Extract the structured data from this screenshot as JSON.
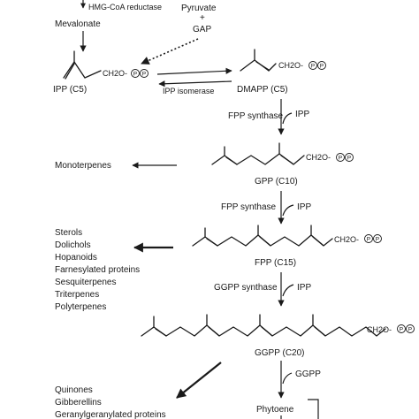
{
  "top": {
    "hmg_coa": "HMG-CoA reductase",
    "pyruvate": "Pyruvate",
    "plus": "+",
    "gap": "GAP",
    "mevalonate": "Mevalonate"
  },
  "ipp_row": {
    "ipp_label": "IPP (C5)",
    "dmapp_label": "DMAPP (C5)",
    "isomerase": "IPP isomerase",
    "tail": "CH2O-",
    "p": "P"
  },
  "step1": {
    "enzyme": "FPP synthase",
    "cofactor": "IPP"
  },
  "monoterpenes": "Monoterpenes",
  "gpp_label": "GPP (C10)",
  "step2": {
    "enzyme": "FPP synthase",
    "cofactor": "IPP"
  },
  "fpp_label": "FPP (C15)",
  "fpp_products": [
    "Sterols",
    "Dolichols",
    "Hopanoids",
    "Farnesylated proteins",
    "Sesquiterpenes",
    "Triterpenes",
    "Polyterpenes"
  ],
  "step3": {
    "enzyme": "GGPP synthase",
    "cofactor": "IPP"
  },
  "ggpp_label": "GGPP (C20)",
  "step4": {
    "cofactor": "GGPP"
  },
  "ggpp_products": [
    "Quinones",
    "Gibberellins",
    "Geranylgeranylated proteins"
  ],
  "phytoene": "Phytoene"
}
